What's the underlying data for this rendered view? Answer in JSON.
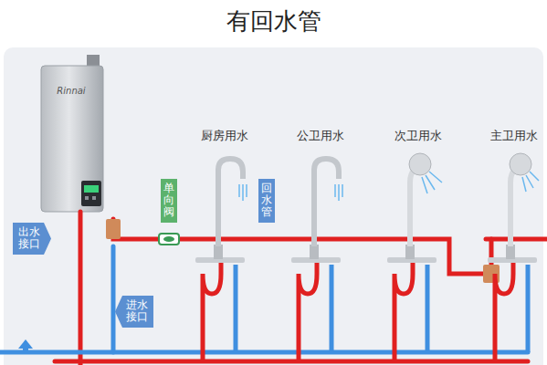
{
  "diagram": {
    "title": "有回水管",
    "nodes": [
      {
        "text": [
          "出水接口"
        ]
      },
      {
        "text": [
          "进水接口"
        ]
      },
      {
        "text": [
          "单向阀"
        ]
      },
      {
        "text": [
          "回水管"
        ]
      }
    ],
    "labels": [
      "Rinnai",
      "厨房用水",
      "公卫用水",
      "次卫用水",
      "主卫用水"
    ]
  }
}
